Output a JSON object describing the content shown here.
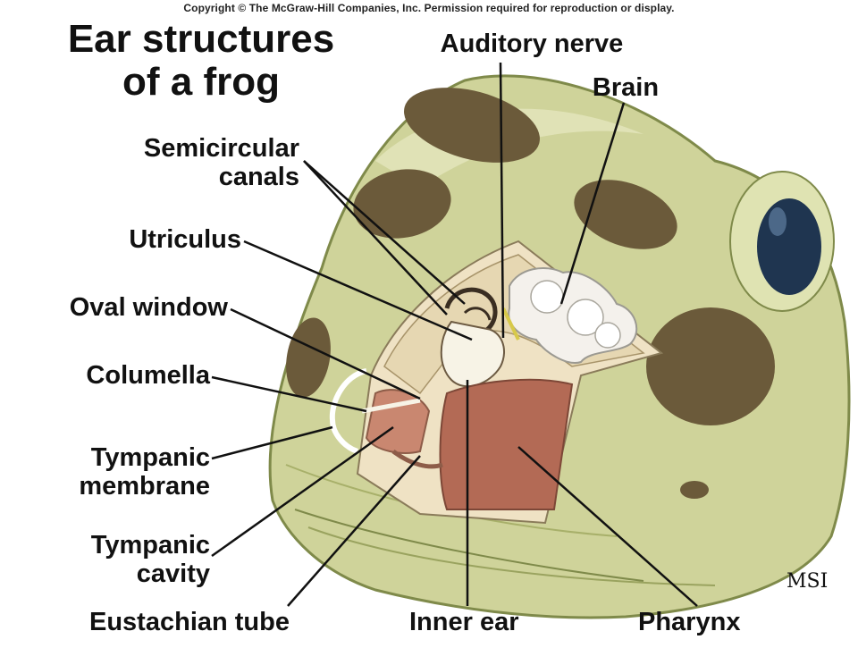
{
  "copyright": "Copyright © The McGraw-Hill Companies, Inc. Permission required for reproduction or display.",
  "title_line1": "Ear structures",
  "title_line2": "of a frog",
  "labels": {
    "auditory_nerve": "Auditory nerve",
    "brain": "Brain",
    "semicircular_1": "Semicircular",
    "semicircular_2": "canals",
    "utriculus": "Utriculus",
    "oval_window": "Oval window",
    "columella": "Columella",
    "tympanic_membrane_1": "Tympanic",
    "tympanic_membrane_2": "membrane",
    "tympanic_cavity_1": "Tympanic",
    "tympanic_cavity_2": "cavity",
    "eustachian_tube": "Eustachian tube",
    "inner_ear": "Inner ear",
    "pharynx": "Pharynx"
  },
  "signature": "MSI",
  "colors": {
    "skin": "#cfd39a",
    "skin_light": "#e3e6bd",
    "spots": "#6b5a3a",
    "eye": "#1f3550",
    "tissue": "#c98770",
    "bone": "#efe2c4",
    "cavity": "#b36a55"
  }
}
